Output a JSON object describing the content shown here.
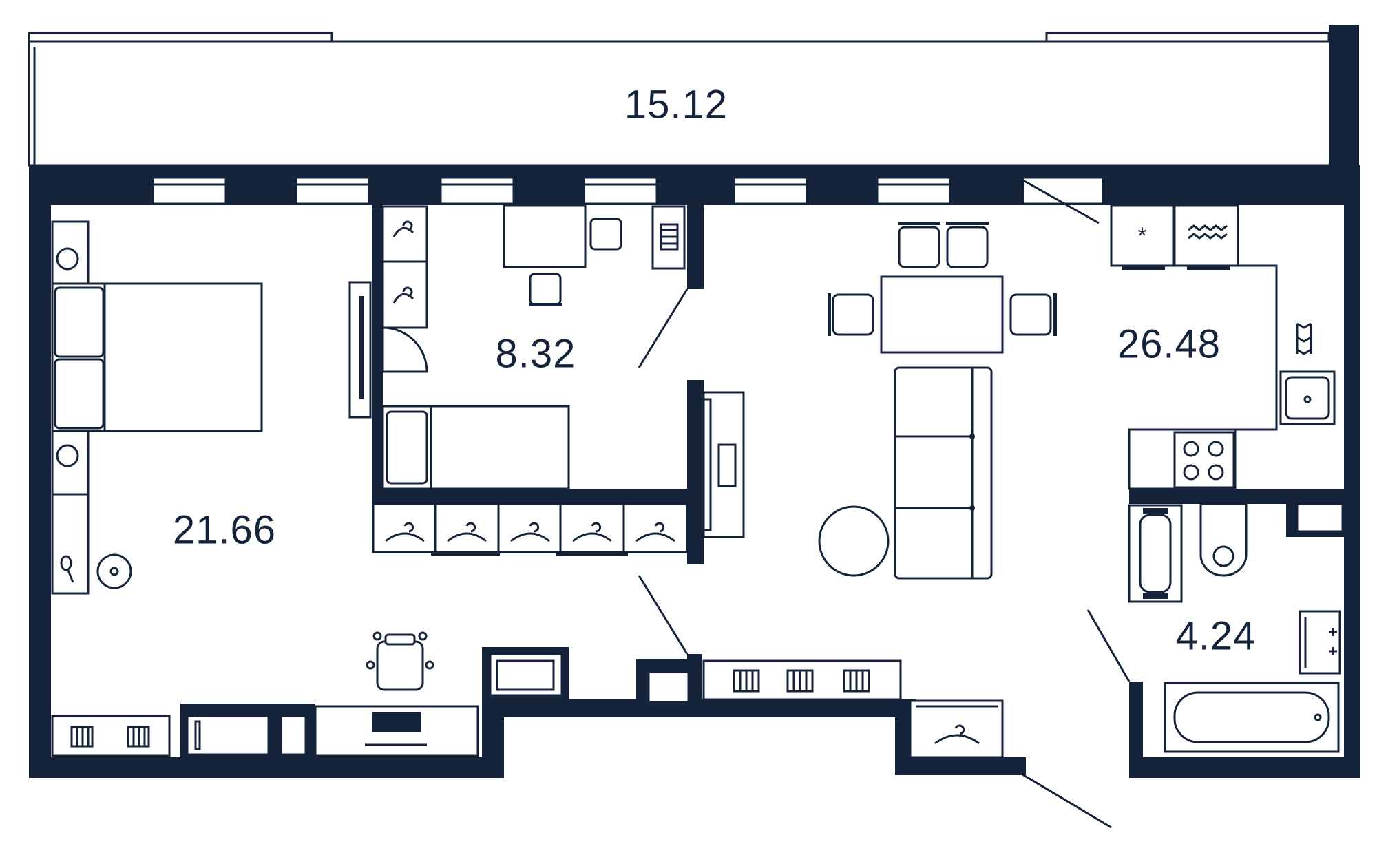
{
  "plan": {
    "colors": {
      "wall": "#14233a",
      "background": "#ffffff"
    },
    "rooms": [
      {
        "id": "balcony",
        "area": "15.12"
      },
      {
        "id": "bedroom",
        "area": "21.66"
      },
      {
        "id": "second-room",
        "area": "8.32"
      },
      {
        "id": "living-kitchen",
        "area": "26.48"
      },
      {
        "id": "bathroom",
        "area": "4.24"
      }
    ],
    "icons": {
      "freezer": "*",
      "washer": "≈",
      "radiator": "|||||",
      "hanger": "hanger-icon",
      "stove": "four-burner-icon",
      "sink": "sink-icon",
      "toilet": "toilet-icon",
      "bathtub": "bathtub-icon",
      "bed": "double-bed-icon",
      "sofa": "sofa-icon",
      "table": "dining-table-icon",
      "chair": "chair-icon",
      "keyboard": "keyboard-icon",
      "office_chair": "office-chair-icon"
    }
  }
}
